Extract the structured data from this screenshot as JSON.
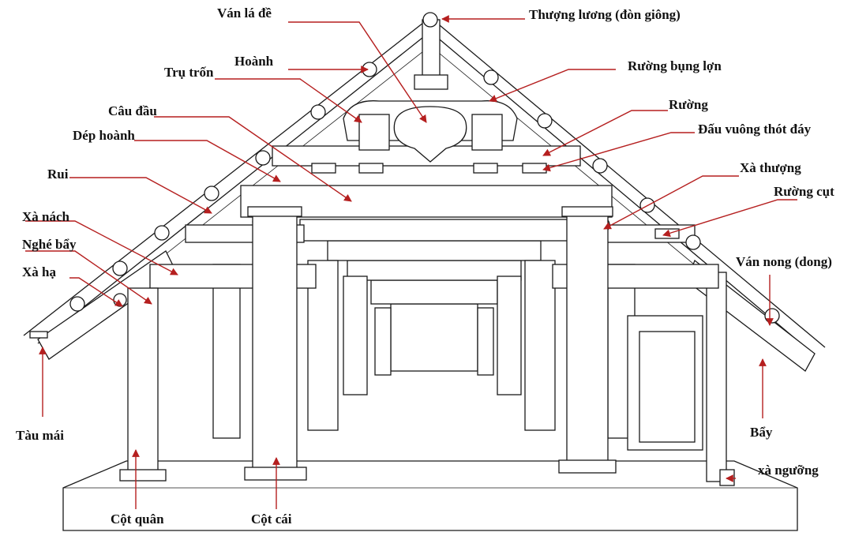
{
  "labels": {
    "van_la_de": "Ván lá đề",
    "thuong_luong": "Thượng lương (đòn giông)",
    "hoanh": "Hoành",
    "tru_tron": "Trụ trốn",
    "ruong_bung_lon": "Rường bụng lợn",
    "cau_dau": "Câu đầu",
    "ruong": "Rường",
    "dep_hoanh": "Dép hoành",
    "dau_vuong_thot_day": "Đấu vuông thót đáy",
    "xa_thuong": "Xà thượng",
    "rui": "Rui",
    "ruong_cut": "Rường cụt",
    "xa_nach": "Xà nách",
    "nghe_bay": "Nghé bẩy",
    "van_nong": "Ván nong (dong)",
    "xa_ha": "Xà hạ",
    "tau_mai": "Tàu mái",
    "bay": "Bẩy",
    "xa_nguong": "xà ngưỡng",
    "cot_quan": "Cột quân",
    "cot_cai": "Cột cái"
  }
}
